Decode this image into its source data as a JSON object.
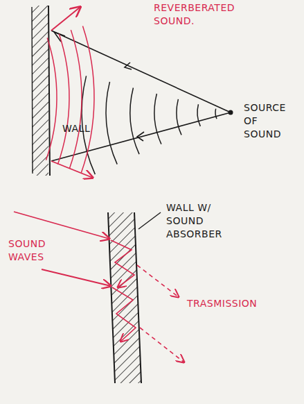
{
  "diagram": {
    "labels": [
      "REVERBERATED SOUND.",
      "WALL",
      "SOURCE OF SOUND",
      "WALL W/ SOUND ABSORBER",
      "SOUND WAVES",
      "TRASMISSION"
    ]
  }
}
